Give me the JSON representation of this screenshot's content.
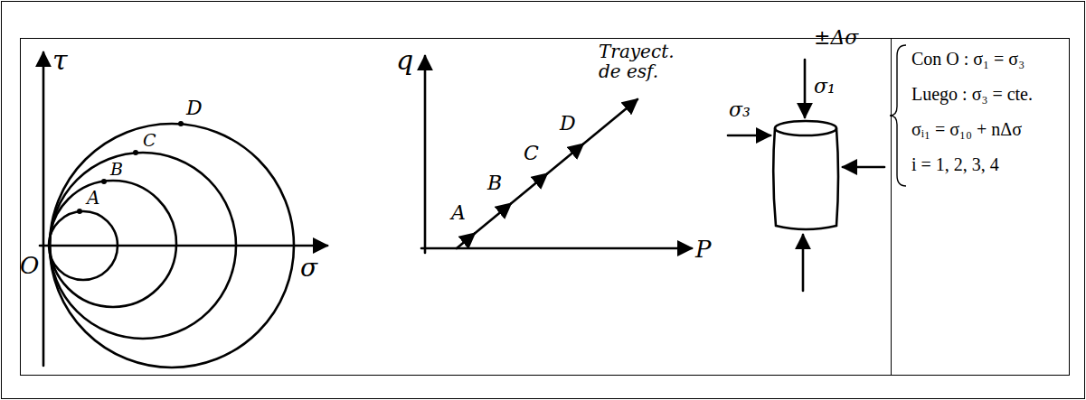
{
  "diagram": {
    "labels": [
      "τ",
      "σ",
      "O",
      "A",
      "B",
      "C",
      "D",
      "q",
      "P",
      "A",
      "B",
      "C",
      "D",
      "Trayect. de esf.",
      "±Δσ",
      "σ₁",
      "σ₃",
      "Con O : σ₁ = σ₃",
      "Luego : σ₃ = cte.",
      "σᵢ₁ = σ₁₀ + nΔσ",
      "i = 1, 2, 3, 4"
    ]
  }
}
